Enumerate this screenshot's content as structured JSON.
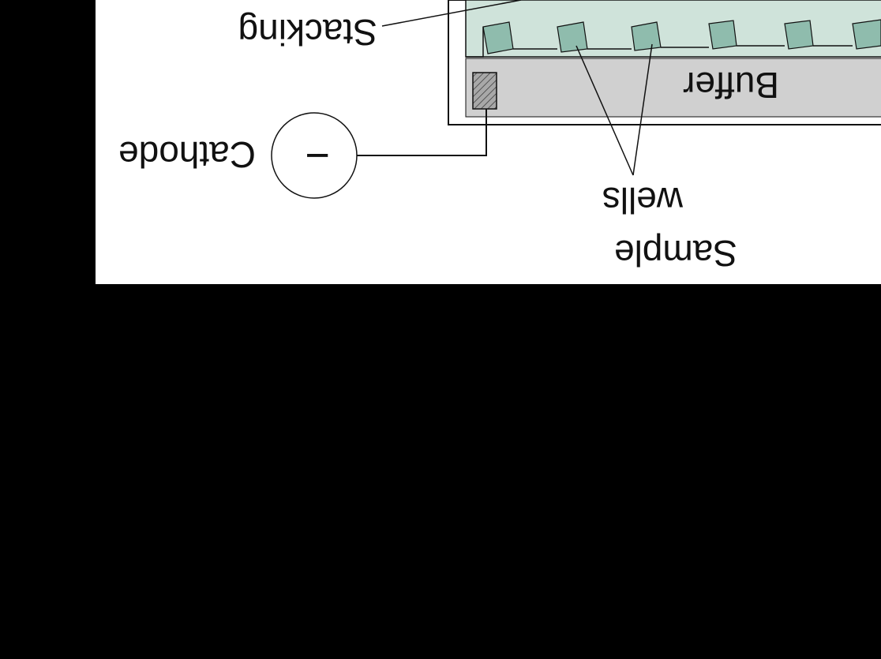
{
  "labels": {
    "stacking": "Stacking",
    "buffer": "Buffer",
    "cathode": "Cathode",
    "cathode_symbol": "−",
    "wells": "wells",
    "sample": "Sample"
  },
  "colors": {
    "background": "#000000",
    "diagram_bg": "#ffffff",
    "gel": "#cfe3da",
    "well": "#8fbcad",
    "buffer": "#d0d0d0",
    "electrode": "#a8a8a8",
    "line": "#111111"
  },
  "icons": {
    "cathode_symbol_circle": "minus-circle-icon",
    "electrode": "hatched-electrode-icon"
  }
}
